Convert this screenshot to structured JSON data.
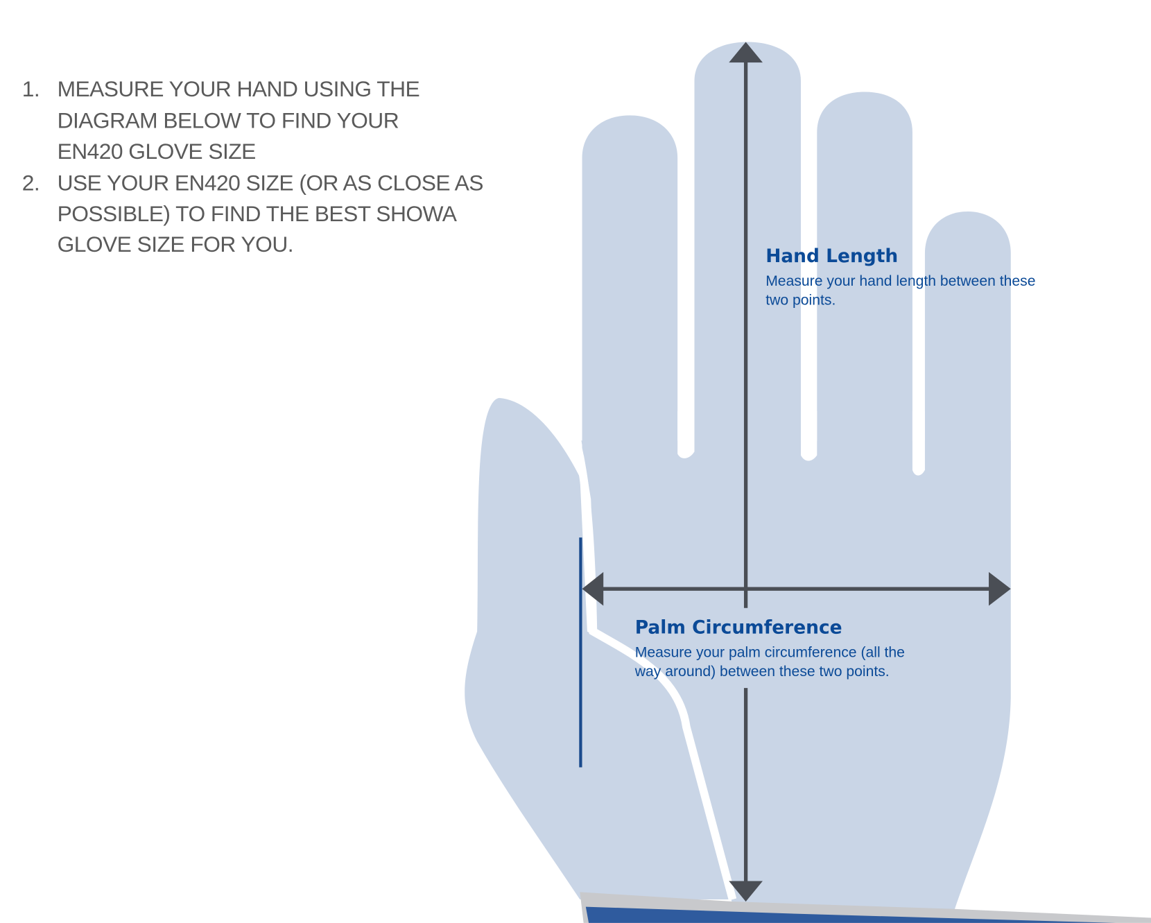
{
  "instructions": [
    {
      "number": "1.",
      "lines": [
        "MEASURE YOUR HAND USING THE",
        "DIAGRAM BELOW TO FIND YOUR",
        "EN420 GLOVE SIZE"
      ]
    },
    {
      "number": "2.",
      "lines": [
        "USE YOUR EN420 SIZE (OR AS CLOSE AS",
        "POSSIBLE) TO FIND THE BEST SHOWA",
        "GLOVE SIZE FOR YOU."
      ]
    }
  ],
  "hand_length": {
    "title": "Hand Length",
    "lines": [
      "Measure your hand length between these",
      "two points."
    ]
  },
  "palm_circumference": {
    "title": "Palm Circumference",
    "lines": [
      "Measure your palm circumference (all the",
      "way around) between these two points."
    ]
  },
  "colors": {
    "hand": "#c9d5e6",
    "arrow": "#4a4e55",
    "text_blue": "#0b4a97",
    "cuff_blue": "#2f5b9e",
    "cuff_gray": "#c8c9cc"
  }
}
